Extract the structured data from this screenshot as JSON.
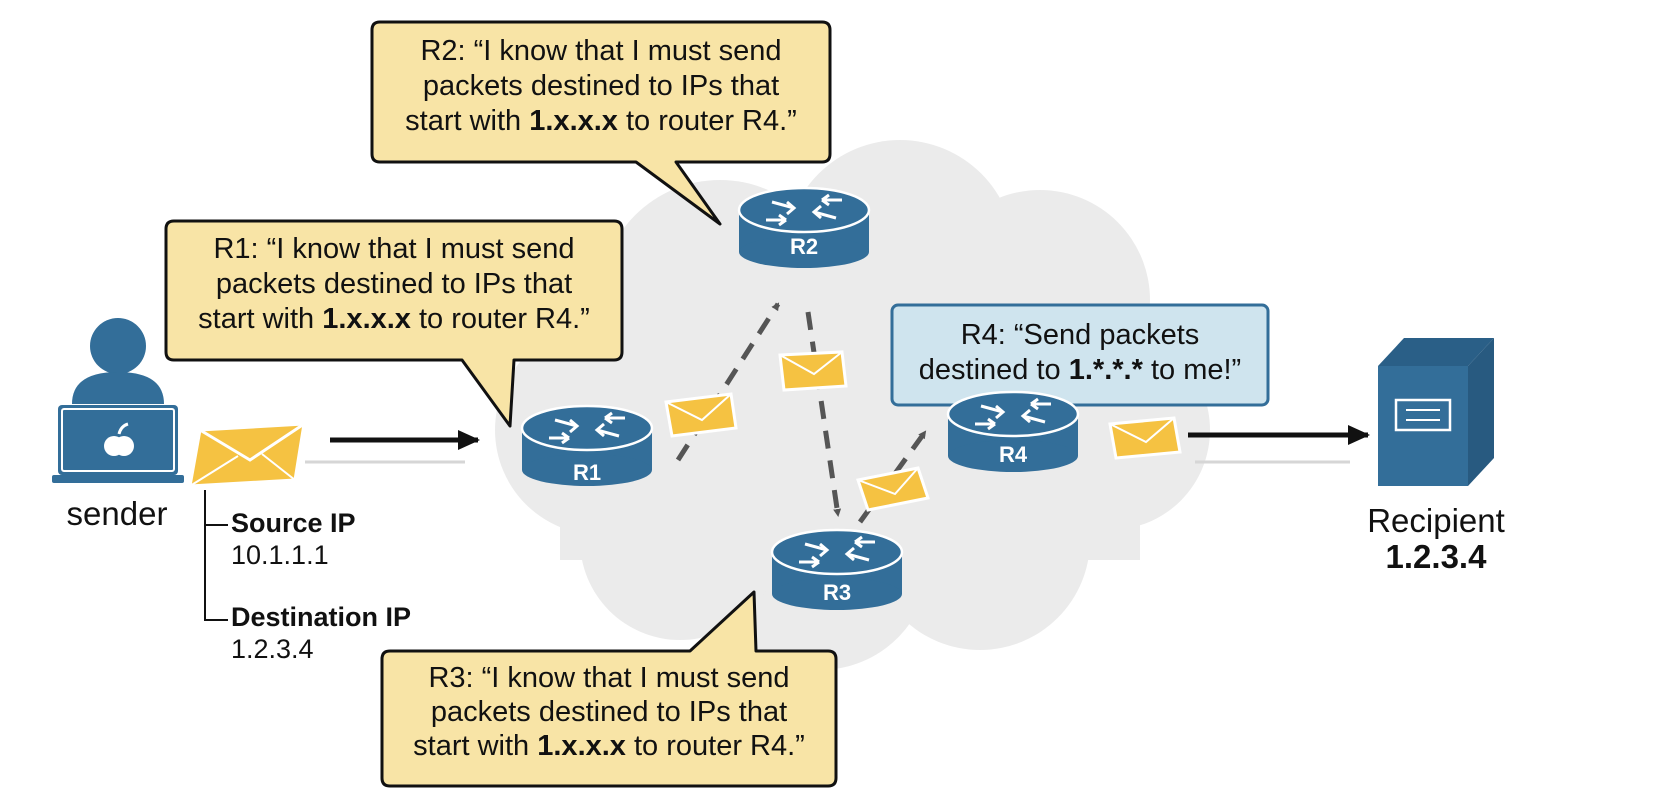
{
  "colors": {
    "cloud": "#ebebeb",
    "device_blue": "#336e99",
    "bubble_yellow": "#f8e4a6",
    "bubble_blue": "#cfe4ee",
    "envelope": "#f5c242",
    "arrow_gray": "#555555",
    "arrow_black": "#111111"
  },
  "icons": {
    "sender": "laptop-user-icon",
    "router": "router-icon",
    "server": "server-icon",
    "packet": "envelope-icon"
  },
  "sender": {
    "label": "sender",
    "source_ip_label": "Source IP",
    "source_ip_value": "10.1.1.1",
    "destination_ip_label": "Destination IP",
    "destination_ip_value": "1.2.3.4"
  },
  "recipient": {
    "label": "Recipient",
    "ip": "1.2.3.4"
  },
  "routers": {
    "r1": "R1",
    "r2": "R2",
    "r3": "R3",
    "r4": "R4"
  },
  "bubbles": {
    "r1": {
      "line1": "R1: “I know that I must send",
      "line2": "packets destined to IPs that",
      "line3_pre": "start with ",
      "line3_bold": "1.x.x.x",
      "line3_post": " to router R4.”"
    },
    "r2": {
      "line1": "R2: “I know that I must send",
      "line2": "packets destined to IPs that",
      "line3_pre": "start with ",
      "line3_bold": "1.x.x.x",
      "line3_post": " to router R4.”"
    },
    "r3": {
      "line1": "R3: “I know that I must send",
      "line2": "packets destined to IPs that",
      "line3_pre": "start with ",
      "line3_bold": "1.x.x.x",
      "line3_post": " to router R4.”"
    },
    "r4": {
      "line1": "R4: “Send packets",
      "line2_pre": "destined to ",
      "line2_bold": "1.*.*.*",
      "line2_post": " to me!”"
    }
  }
}
